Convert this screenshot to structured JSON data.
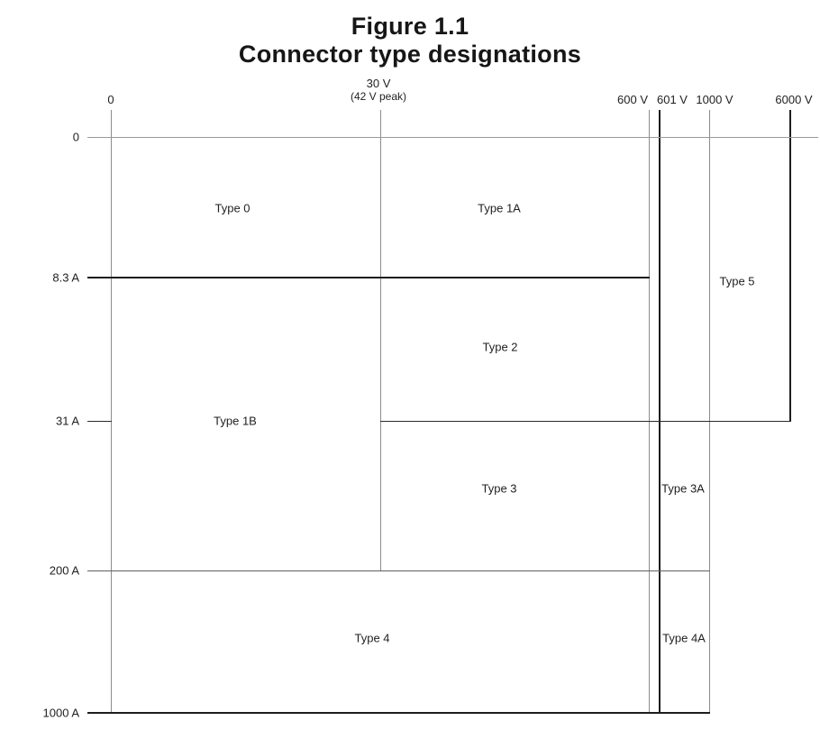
{
  "title": {
    "line1": "Figure 1.1",
    "line2": "Connector type designations"
  },
  "x_axis": {
    "labels": {
      "v0": "0",
      "v30": "30 V",
      "v30_sub": "(42 V peak)",
      "v600": "600 V",
      "v601": "601 V",
      "v1000": "1000 V",
      "v6000": "6000 V"
    }
  },
  "y_axis": {
    "labels": {
      "a0": "0",
      "a8_3": "8.3 A",
      "a31": "31 A",
      "a200": "200 A",
      "a1000": "1000 A"
    }
  },
  "regions": {
    "type0": "Type 0",
    "type1a": "Type 1A",
    "type1b": "Type 1B",
    "type2": "Type 2",
    "type3": "Type 3",
    "type3a": "Type 3A",
    "type4": "Type 4",
    "type4a": "Type 4A",
    "type5": "Type 5"
  },
  "chart_data": {
    "type": "region-map",
    "title": "Figure 1.1 Connector type designations",
    "x_axis": {
      "quantity": "voltage",
      "tick_labels": [
        "0",
        "30 V (42 V peak)",
        "600 V",
        "601 V",
        "1000 V",
        "6000 V"
      ]
    },
    "y_axis": {
      "quantity": "current",
      "tick_labels": [
        "0",
        "8.3 A",
        "31 A",
        "200 A",
        "1000 A"
      ]
    },
    "regions": [
      {
        "label": "Type 0",
        "voltage_range": "0-30 V",
        "current_range": "0-8.3 A"
      },
      {
        "label": "Type 1A",
        "voltage_range": "30-600 V",
        "current_range": "0-8.3 A"
      },
      {
        "label": "Type 1B",
        "voltage_range": "0-30 V",
        "current_range": "8.3-200 A"
      },
      {
        "label": "Type 2",
        "voltage_range": "30-600 V",
        "current_range": "8.3-31 A"
      },
      {
        "label": "Type 3",
        "voltage_range": "30-600 V",
        "current_range": "31-200 A"
      },
      {
        "label": "Type 3A",
        "voltage_range": "601-1000 V",
        "current_range": "31-200 A"
      },
      {
        "label": "Type 4",
        "voltage_range": "0-600 V",
        "current_range": "200-1000 A"
      },
      {
        "label": "Type 4A",
        "voltage_range": "601-1000 V",
        "current_range": "200-1000 A"
      },
      {
        "label": "Type 5",
        "voltage_range": "1000-6000 V",
        "current_range": "0-31 A"
      }
    ]
  }
}
